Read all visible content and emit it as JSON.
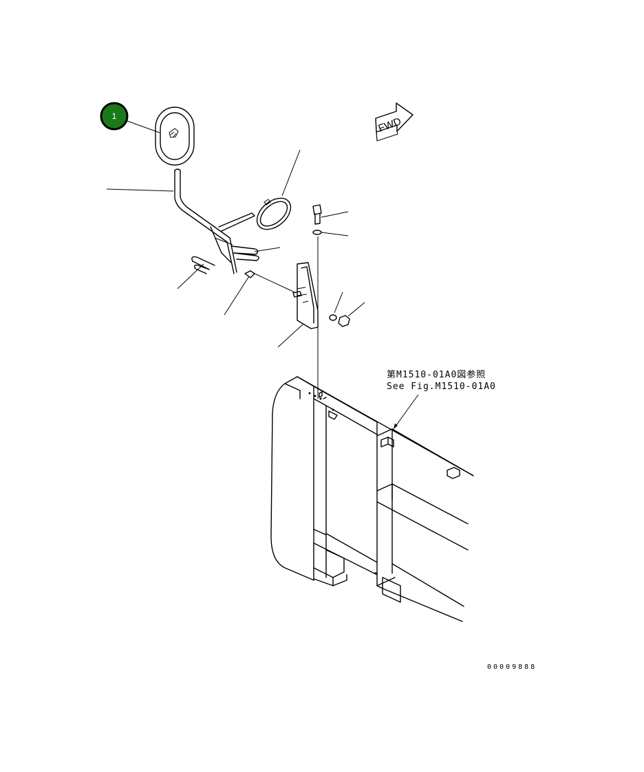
{
  "callouts": [
    {
      "number": "1",
      "fill": "#1a7a1a",
      "stroke": "#000000"
    }
  ],
  "direction_marker": {
    "text": "FWD"
  },
  "reference_note": {
    "line1": "第M1510-01A0図参照",
    "line2": "See Fig.M1510-01A0"
  },
  "drawing_code": "00009888"
}
